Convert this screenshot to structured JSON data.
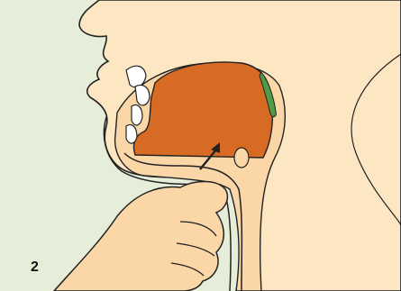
{
  "figure": {
    "panel_label": "2"
  },
  "colors": {
    "background": "#e6eed9",
    "skin": "#fde7c3",
    "tissue": "#fbd7a8",
    "tongue_mass": "#d86b24",
    "uvula_accent": "#4f9c45",
    "outline": "#222222"
  },
  "parts": {
    "head": "head-profile",
    "mouth": "mouth-cavity",
    "tongue": "tongue",
    "teeth": "teeth",
    "hand": "hand",
    "arrow": "direction-arrow"
  }
}
